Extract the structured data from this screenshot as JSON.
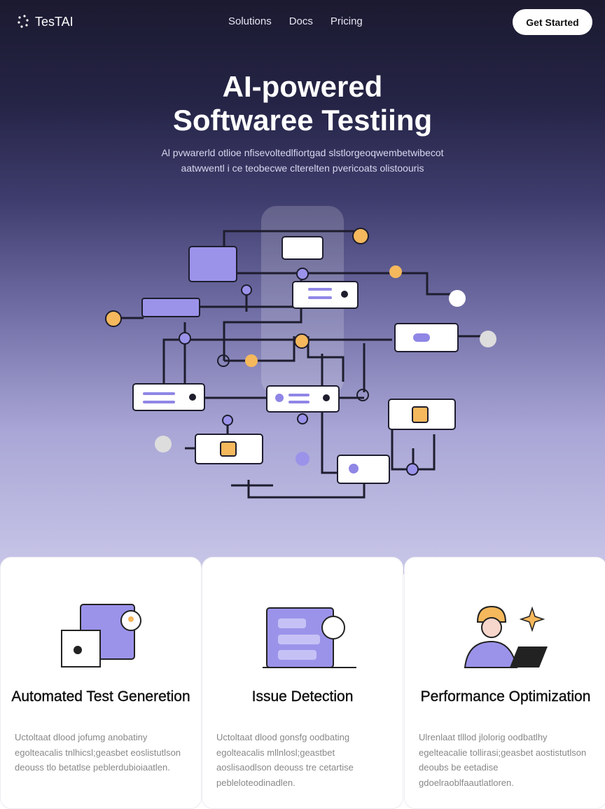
{
  "nav": {
    "brand": "TesTAI",
    "links": [
      "Solutions",
      "Docs",
      "Pricing"
    ],
    "cta": "Get Started"
  },
  "hero": {
    "title_line1": "AI-powered",
    "title_line2": "Softwaree Testiing",
    "subtitle_line1": "Al pvwarerld otlioe nfisevoltedlfiortgad slstlorgeoqwembetwibecot",
    "subtitle_line2": "aatwwentl i ce teobecwe clterelten pvericoats olistoouris"
  },
  "features": [
    {
      "title": "Automated Test Generetion",
      "desc": "Uctoltaat dlood jofumg anobatiny egolteacalis tnlhicsl;geasbet eoslistutlson deouss tlo betatlse peblerdubioiaatlen.",
      "icon": "automation-illustration"
    },
    {
      "title": "Issue Detection",
      "desc": "Uctoltaat dlood gonsfg oodbating egolteacalis mllnlosl;geastbet aoslisaodlson deouss tre cetartise pebleloteodinadlen.",
      "icon": "issue-detection-illustration"
    },
    {
      "title": "Performance Optimization",
      "desc": "Ulrenlaat tlllod jlolorig oodbatlhy egelteacalie tollirasi;geasbet aostistutlson deoubs be eetadise gdoelraoblfaautlatloren.",
      "icon": "performance-illustration"
    }
  ],
  "colors": {
    "accent": "#8f86e6",
    "orange": "#f5b85c",
    "dark": "#1b1a30"
  }
}
